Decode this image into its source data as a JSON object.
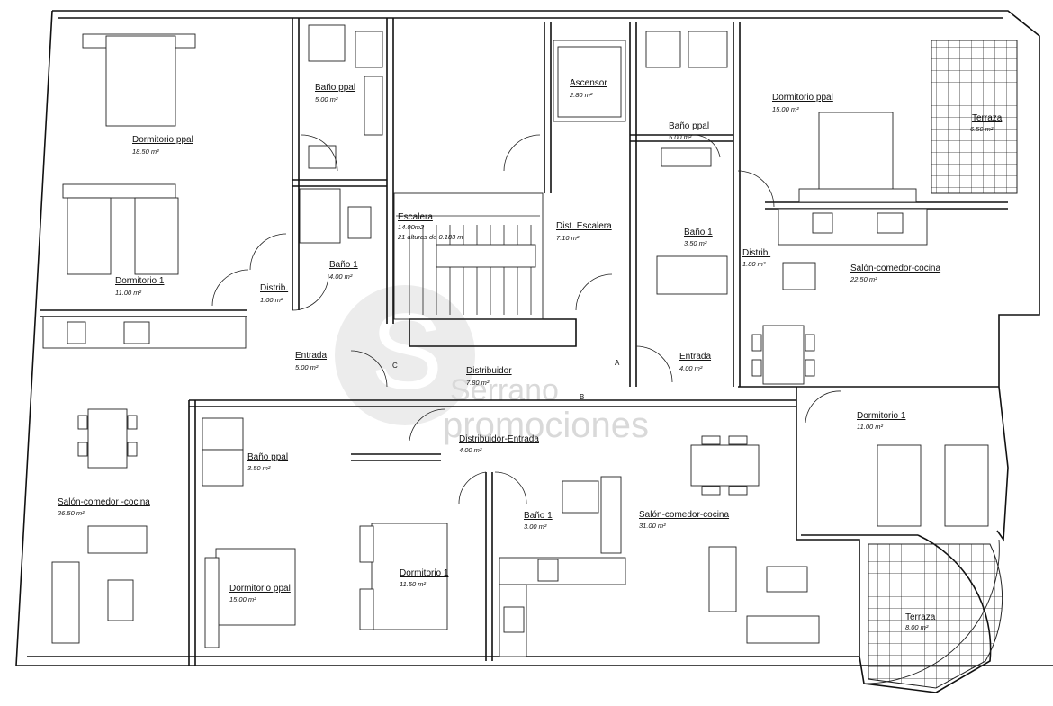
{
  "watermark": {
    "line1": "Serrano",
    "line2": "promociones"
  },
  "rooms": {
    "top_left_bed_main": {
      "name": "Dormitorio ppal",
      "area": "18.50 m²"
    },
    "top_left_bath_main": {
      "name": "Baño ppal",
      "area": "5.00 m²"
    },
    "top_left_bed1": {
      "name": "Dormitorio 1",
      "area": "11.00 m²"
    },
    "top_left_distrib": {
      "name": "Distrib.",
      "area": "1.00 m²"
    },
    "top_left_bath1": {
      "name": "Baño 1",
      "area": "4.00 m²"
    },
    "stair": {
      "name": "Escalera",
      "area": "14.00m2",
      "note": "21 alturas de 0.183 m"
    },
    "elevator": {
      "name": "Ascensor",
      "area": "2.80 m²"
    },
    "stair_dist": {
      "name": "Dist. Escalera",
      "area": "7.10 m²"
    },
    "left_entry": {
      "name": "Entrada",
      "area": "5.00 m²"
    },
    "distribuidor": {
      "name": "Distribuidor",
      "area": "7.80 m²"
    },
    "right_entry": {
      "name": "Entrada",
      "area": "4.00 m²"
    },
    "top_right_bath_main": {
      "name": "Baño ppal",
      "area": "5.00 m²"
    },
    "top_right_bed_main": {
      "name": "Dormitorio ppal",
      "area": "15.00 m²"
    },
    "top_right_terrace": {
      "name": "Terraza",
      "area": "6.50 m²"
    },
    "top_right_bath1": {
      "name": "Baño 1",
      "area": "3.50 m²"
    },
    "top_right_distrib": {
      "name": "Distrib.",
      "area": "1.80 m²"
    },
    "top_right_living": {
      "name": "Salón-comedor-cocina",
      "area": "22.50 m²"
    },
    "right_bed1": {
      "name": "Dormitorio 1",
      "area": "11.00 m²"
    },
    "left_living": {
      "name": "Salón-comedor -cocina",
      "area": "26.50 m²"
    },
    "bottom_bath_main": {
      "name": "Baño ppal",
      "area": "3.50 m²"
    },
    "bottom_dist_entry": {
      "name": "Distribuidor-Entrada",
      "area": "4.00 m²"
    },
    "bottom_bed_main": {
      "name": "Dormitorio ppal",
      "area": "15.00 m²"
    },
    "bottom_bed1": {
      "name": "Dormitorio 1",
      "area": "11.50 m²"
    },
    "bottom_bath1": {
      "name": "Baño 1",
      "area": "3.00 m²"
    },
    "bottom_living": {
      "name": "Salón-comedor-cocina",
      "area": "31.00 m²"
    },
    "bottom_right_terrace": {
      "name": "Terraza",
      "area": "8.00 m²"
    }
  },
  "markers": {
    "a": "A",
    "b": "B",
    "c": "C"
  }
}
